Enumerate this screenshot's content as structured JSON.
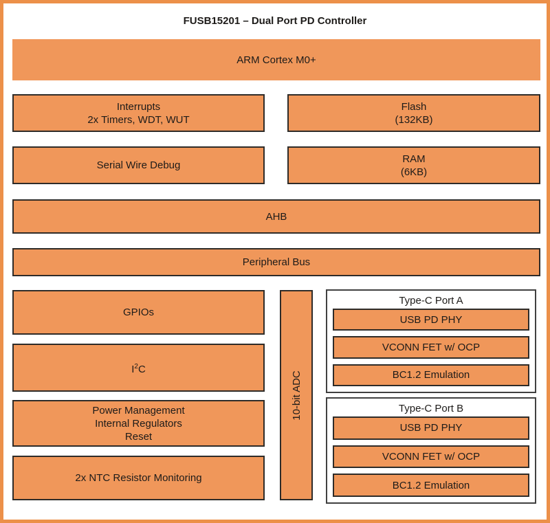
{
  "colors": {
    "frame_border": "#EC9049",
    "block_fill": "#F0975A",
    "block_border": "#2E2B28",
    "port_box_border": "#404040",
    "text": "#1D1B19"
  },
  "title": "FUSB15201 – Dual Port PD Controller",
  "blocks": {
    "arm_cortex": "ARM Cortex M0+",
    "interrupts": [
      "Interrupts",
      "2x Timers, WDT, WUT"
    ],
    "flash": [
      "Flash",
      "(132KB)"
    ],
    "serial_wire_debug": "Serial Wire Debug",
    "ram": [
      "RAM",
      "(6KB)"
    ],
    "ahb": "AHB",
    "peripheral_bus": "Peripheral Bus",
    "gpios": "GPIOs",
    "i2c": {
      "base": "I",
      "sup": "2",
      "tail": "C"
    },
    "power_management": [
      "Power Management",
      "Internal Regulators",
      "Reset"
    ],
    "ntc_monitoring": "2x NTC Resistor Monitoring",
    "adc": "10-bit ADC"
  },
  "ports": [
    {
      "title": "Type-C Port A",
      "items": [
        "USB PD PHY",
        "VCONN FET w/ OCP",
        "BC1.2 Emulation"
      ]
    },
    {
      "title": "Type-C Port B",
      "items": [
        "USB PD PHY",
        "VCONN FET w/ OCP",
        "BC1.2 Emulation"
      ]
    }
  ]
}
